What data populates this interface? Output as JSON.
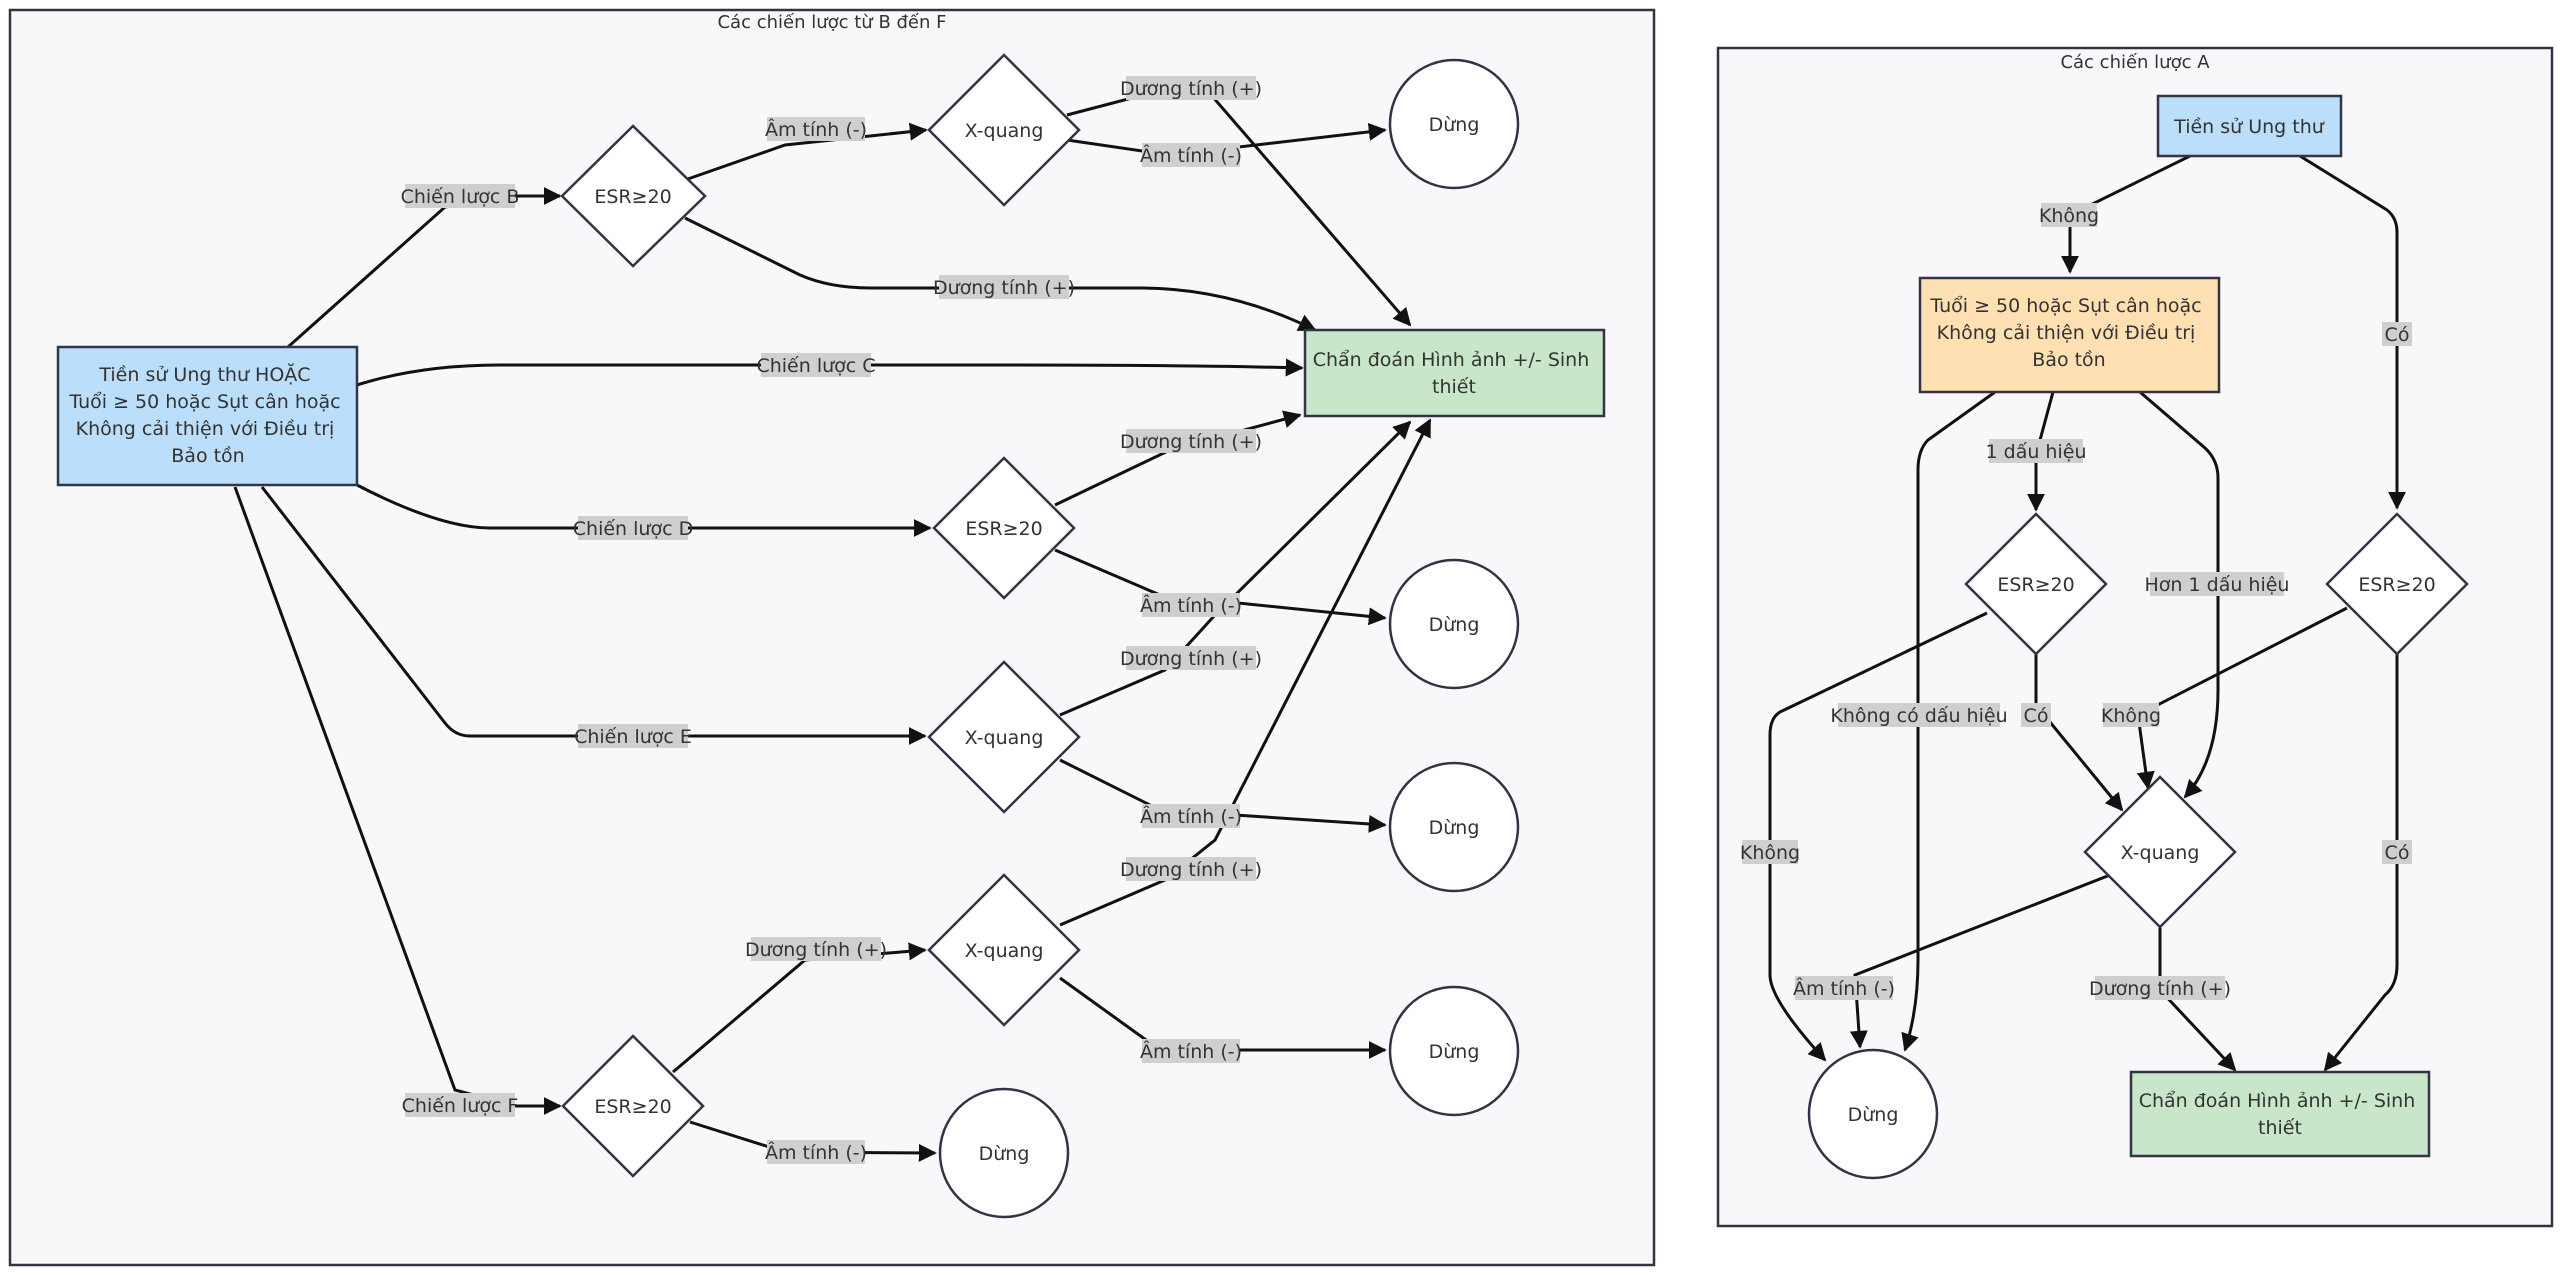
{
  "colors": {
    "blue": "#bbdefb",
    "orange": "#ffe0b2",
    "green": "#c8e6c9",
    "white": "#ffffff",
    "stroke": "#333344",
    "edge": "#111111",
    "label_bg": "#cfcfcf"
  },
  "clusters": {
    "bf": {
      "title": "Các chiến lược từ B đến F"
    },
    "a": {
      "title": "Các chiến lược A"
    }
  },
  "nodes": {
    "start": {
      "lines": [
        "Tiền sử Ung thư HOẶC",
        "Tuổi ≥ 50 hoặc Sụt cân hoặc",
        "Không cải thiện với Điều trị",
        "Bảo tồn"
      ]
    },
    "diag": {
      "lines": [
        "Chẩn đoán Hình ảnh +/- Sinh",
        "thiết"
      ]
    },
    "b_esr": {
      "lines": [
        "ESR≥20"
      ]
    },
    "b_xray": {
      "lines": [
        "X-quang"
      ]
    },
    "b_stop": {
      "lines": [
        "Dừng"
      ]
    },
    "d_esr": {
      "lines": [
        "ESR≥20"
      ]
    },
    "d_stop": {
      "lines": [
        "Dừng"
      ]
    },
    "e_xray": {
      "lines": [
        "X-quang"
      ]
    },
    "e_stop": {
      "lines": [
        "Dừng"
      ]
    },
    "f_esr": {
      "lines": [
        "ESR≥20"
      ]
    },
    "f_stop1": {
      "lines": [
        "Dừng"
      ]
    },
    "f_xray": {
      "lines": [
        "X-quang"
      ]
    },
    "f_stop2": {
      "lines": [
        "Dừng"
      ]
    },
    "a_hist": {
      "lines": [
        "Tiền sử Ung thư"
      ]
    },
    "a_age": {
      "lines": [
        "Tuổi ≥ 50 hoặc Sụt cân hoặc",
        "Không cải thiện với Điều trị",
        "Bảo tồn"
      ]
    },
    "a_esr1": {
      "lines": [
        "ESR≥20"
      ]
    },
    "a_esr2": {
      "lines": [
        "ESR≥20"
      ]
    },
    "a_xray": {
      "lines": [
        "X-quang"
      ]
    },
    "a_stop": {
      "lines": [
        "Dừng"
      ]
    },
    "a_diag": {
      "lines": [
        "Chẩn đoán Hình ảnh +/- Sinh",
        "thiết"
      ]
    }
  },
  "edge_labels": {
    "b": "Chiến lược B",
    "b_esr_neg": "Âm tính (-)",
    "b_xray_pos": "Dương tính (+)",
    "b_xray_neg": "Âm tính (-)",
    "b_esr_pos": "Dương tính (+)",
    "c": "Chiến lược C",
    "d": "Chiến lược D",
    "d_pos": "Dương tính (+)",
    "d_neg": "Âm tính (-)",
    "e": "Chiến lược E",
    "e_pos": "Dương tính (+)",
    "e_neg": "Âm tính (-)",
    "f": "Chiến lược F",
    "f_esr_pos": "Dương tính (+)",
    "f_esr_neg": "Âm tính (-)",
    "f_xray_pos": "Dương tính (+)",
    "f_xray_neg": "Âm tính (-)",
    "a_no": "Không",
    "a_yes": "Có",
    "a_one": "1 dấu hiệu",
    "a_more": "Hơn 1 dấu hiệu",
    "a_none": "Không có dấu hiệu",
    "a_esr1_yes": "Có",
    "a_esr1_no": "Không",
    "a_esr2_no": "Không",
    "a_esr2_yes": "Có",
    "a_xray_neg": "Âm tính (-)",
    "a_xray_pos": "Dương tính (+)"
  }
}
